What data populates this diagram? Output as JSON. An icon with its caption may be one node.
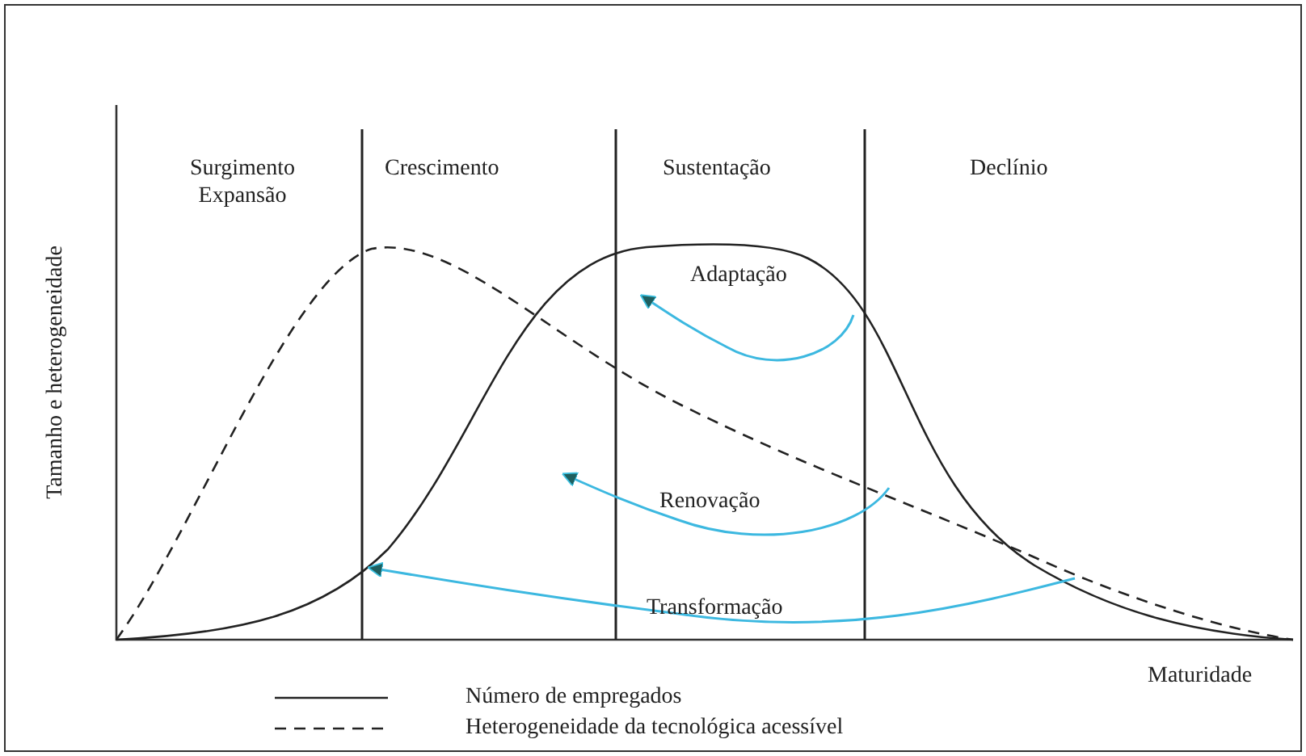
{
  "diagram": {
    "labels": [
      "Surgimento Expansão",
      "Crescimento",
      "Sustentação",
      "Declínio",
      "Adaptação",
      "Renovação",
      "Transformação",
      "Tamanho e heterogeneidade",
      "Maturidade"
    ],
    "legend": [
      {
        "text": "Número de empregados"
      },
      {
        "text": "Heterogeneidade da tecnológica acessível"
      }
    ]
  }
}
